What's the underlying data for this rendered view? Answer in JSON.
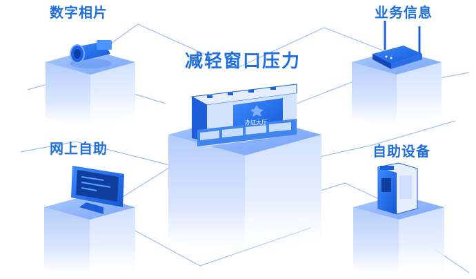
{
  "center": {
    "title": "减轻窗口压力",
    "hall_sign": "办证大厅"
  },
  "nodes": {
    "top_left": {
      "label": "数字相片"
    },
    "top_right": {
      "label": "业务信息"
    },
    "bottom_left": {
      "label": "网上自助"
    },
    "bottom_right": {
      "label": "自助设备"
    }
  },
  "colors": {
    "accent": "#1f6fe0",
    "line": "#7fa8ee",
    "cube_top": "#8fb6fb",
    "cube_side": "#dfe9ff"
  },
  "icons": {
    "top_left": "camera-icon",
    "top_right": "router-icon",
    "bottom_left": "kiosk-screen-icon",
    "bottom_right": "self-service-terminal-icon"
  }
}
